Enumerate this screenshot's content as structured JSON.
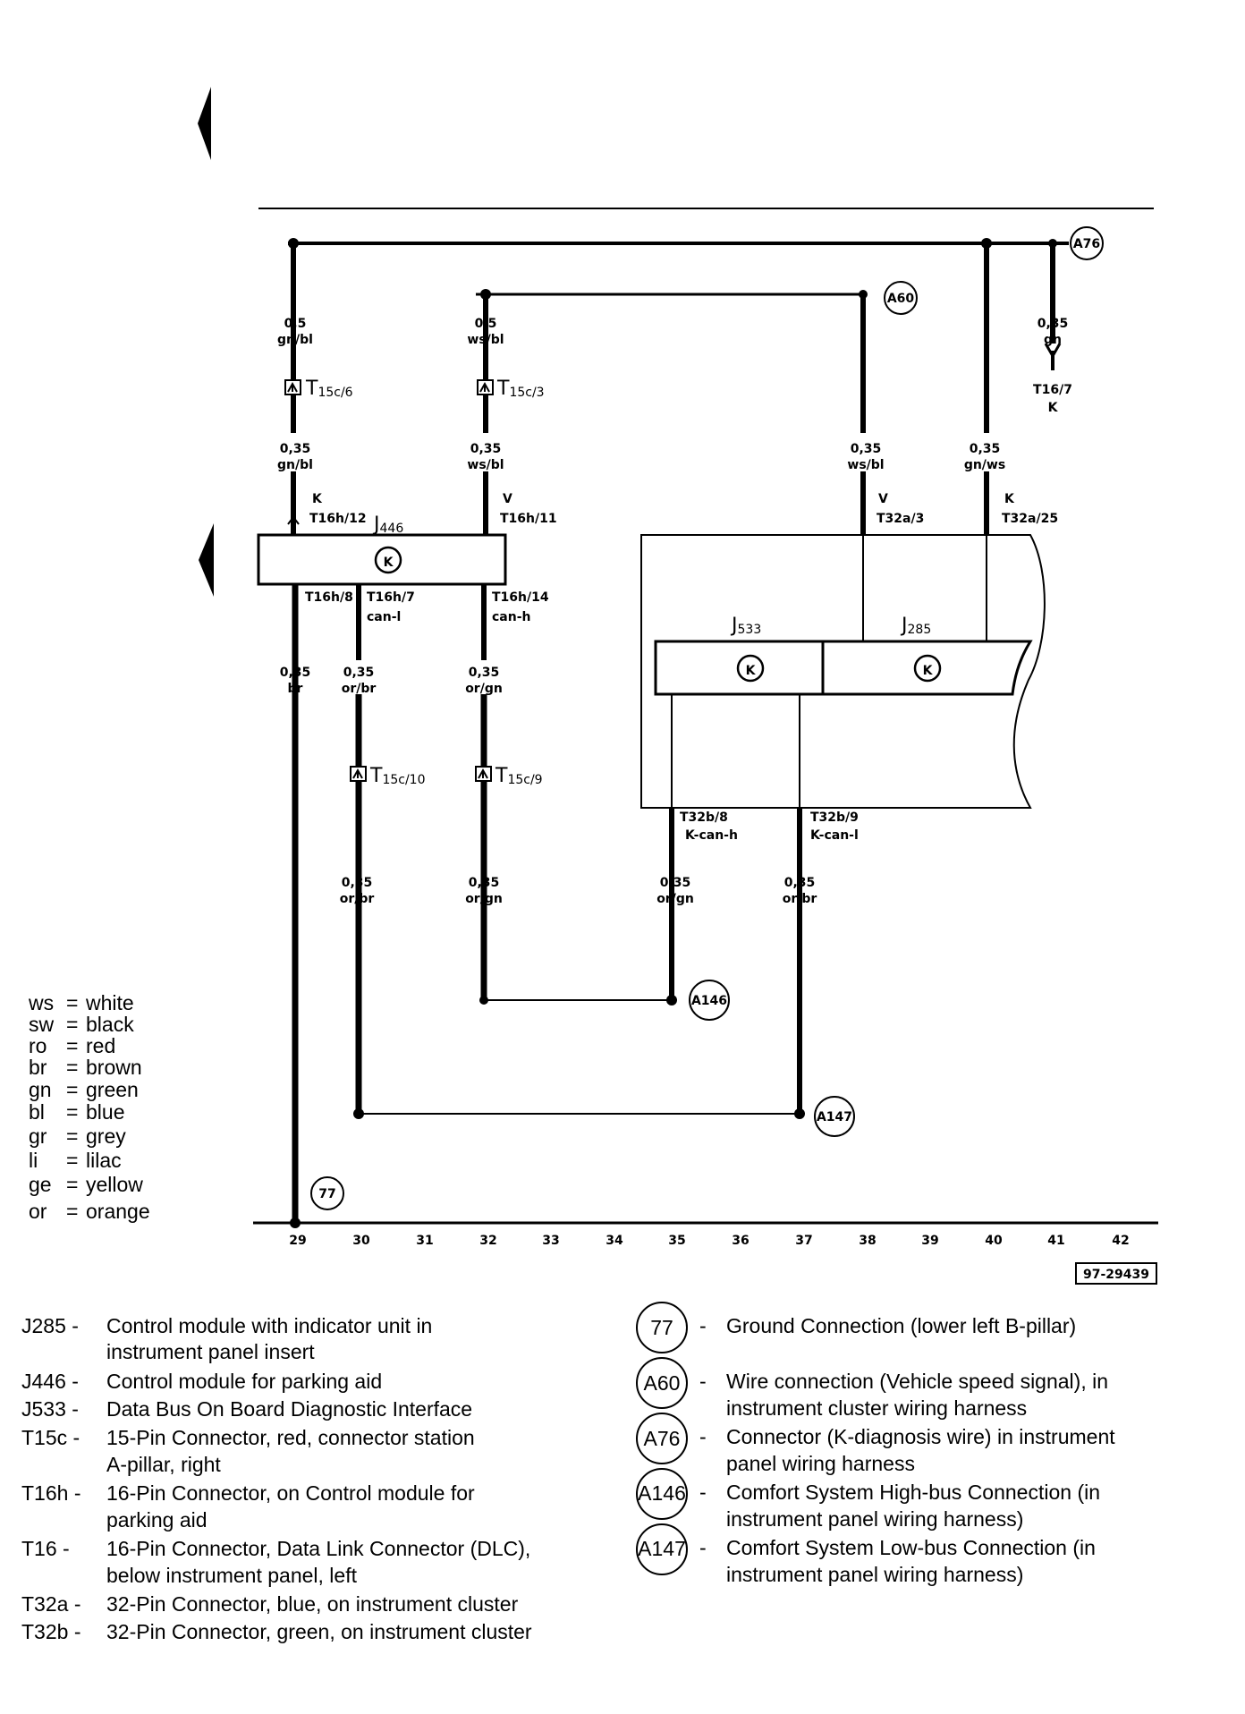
{
  "diagram_ref": "97-29439",
  "wires": {
    "w1_top": [
      "0,5",
      "gn/bl"
    ],
    "w1_mid": [
      "0,35",
      "gn/bl"
    ],
    "w2_top": [
      "0,5",
      "ws/bl"
    ],
    "w2_mid": [
      "0,35",
      "ws/bl"
    ],
    "w3_top": [
      "0,35",
      "gn"
    ],
    "w4_top": [
      "0,35",
      "ws/bl"
    ],
    "w5_top": [
      "0,35",
      "gn/ws"
    ],
    "w6": [
      "0,35",
      "br"
    ],
    "w7_a": [
      "0,35",
      "or/br"
    ],
    "w7_b": [
      "0,35",
      "or/br"
    ],
    "w8_a": [
      "0,35",
      "or/gn"
    ],
    "w8_b": [
      "0,35",
      "or/gn"
    ],
    "w9": [
      "0,35",
      "or/gn"
    ],
    "w10": [
      "0,35",
      "or/br"
    ]
  },
  "connectors": {
    "t15c6": {
      "main": "T",
      "sub": "15c/6"
    },
    "t15c3": {
      "main": "T",
      "sub": "15c/3"
    },
    "t15c10": {
      "main": "T",
      "sub": "15c/10"
    },
    "t15c9": {
      "main": "T",
      "sub": "15c/9"
    },
    "t16_7": [
      "T16/7",
      "K"
    ]
  },
  "pins": {
    "t16h12": [
      "K",
      "T16h/12"
    ],
    "t16h11": [
      "V",
      "T16h/11"
    ],
    "t32a3": [
      "V",
      "T32a/3"
    ],
    "t32a25": [
      "K",
      "T32a/25"
    ],
    "t16h8": [
      "T16h/8"
    ],
    "t16h7": [
      "T16h/7",
      "can-l"
    ],
    "t16h14": [
      "T16h/14",
      "can-h"
    ],
    "t32b8": [
      "T32b/8",
      "K-can-h"
    ],
    "t32b9": [
      "T32b/9",
      "K-can-l"
    ]
  },
  "components": {
    "j446": {
      "main": "J",
      "sub": "446"
    },
    "j533": {
      "main": "J",
      "sub": "533"
    },
    "j285": {
      "main": "J",
      "sub": "285"
    },
    "k_symbol": "K"
  },
  "nodes": {
    "a76": "A76",
    "a60": "A60",
    "a146": "A146",
    "a147": "A147",
    "g77": "77"
  },
  "grid_numbers": [
    "29",
    "30",
    "31",
    "32",
    "33",
    "34",
    "35",
    "36",
    "37",
    "38",
    "39",
    "40",
    "41",
    "42"
  ],
  "color_legend": [
    {
      "code": "ws",
      "name": "white"
    },
    {
      "code": "sw",
      "name": "black"
    },
    {
      "code": "ro",
      "name": "red"
    },
    {
      "code": "br",
      "name": "brown"
    },
    {
      "code": "gn",
      "name": "green"
    },
    {
      "code": "bl",
      "name": "blue"
    },
    {
      "code": "gr",
      "name": "grey"
    },
    {
      "code": "li",
      "name": "lilac"
    },
    {
      "code": "ge",
      "name": "yellow"
    },
    {
      "code": "or",
      "name": "orange"
    }
  ],
  "component_key": [
    {
      "code": "J285 -",
      "lines": [
        "Control module with indicator unit in",
        "instrument panel insert"
      ]
    },
    {
      "code": "J446 -",
      "lines": [
        "Control module for parking aid"
      ]
    },
    {
      "code": "J533 -",
      "lines": [
        "Data Bus On Board Diagnostic Interface"
      ]
    },
    {
      "code": "T15c -",
      "lines": [
        "15-Pin Connector, red, connector station",
        "A-pillar, right"
      ]
    },
    {
      "code": "T16h -",
      "lines": [
        "16-Pin Connector, on Control module for",
        "parking aid"
      ]
    },
    {
      "code": "T16   -",
      "lines": [
        "16-Pin Connector, Data Link Connector (DLC),",
        "below instrument panel, left"
      ]
    },
    {
      "code": "T32a -",
      "lines": [
        "32-Pin Connector, blue, on instrument cluster"
      ]
    },
    {
      "code": "T32b -",
      "lines": [
        "32-Pin Connector, green, on instrument cluster"
      ]
    }
  ],
  "node_key": [
    {
      "symbol": "77",
      "dash": "-",
      "lines": [
        "Ground Connection (lower left B-pillar)"
      ]
    },
    {
      "symbol": "A60",
      "dash": "-",
      "lines": [
        "Wire connection (Vehicle speed signal), in",
        "instrument cluster wiring harness"
      ]
    },
    {
      "symbol": "A76",
      "dash": "-",
      "lines": [
        "Connector (K-diagnosis wire) in instrument",
        "panel wiring harness"
      ]
    },
    {
      "symbol": "A146",
      "dash": "-",
      "lines": [
        "Comfort System High-bus Connection (in",
        "instrument panel wiring harness)"
      ]
    },
    {
      "symbol": "A147",
      "dash": "-",
      "lines": [
        "Comfort System Low-bus Connection (in",
        "instrument panel wiring harness)"
      ]
    }
  ]
}
